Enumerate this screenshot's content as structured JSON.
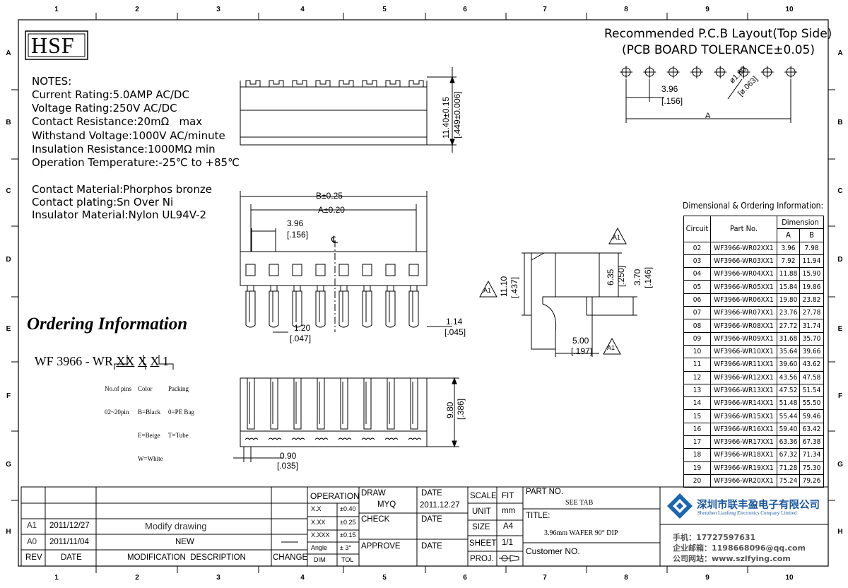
{
  "grid": {
    "columns": [
      "1",
      "2",
      "3",
      "4",
      "5",
      "6",
      "7",
      "8",
      "9",
      "10"
    ],
    "rows": [
      "A",
      "B",
      "C",
      "D",
      "E",
      "F",
      "G",
      "H"
    ]
  },
  "logo": "HSF",
  "notes": {
    "title": "NOTES:",
    "lines": [
      "Current Rating:5.0AMP AC/DC",
      "Voltage Rating:250V AC/DC",
      "Contact Resistance:20mΩ   max",
      "Withstand Voltage:1000V AC/minute",
      "Insulation Resistance:1000MΩ min",
      "Operation Temperature:-25℃ to +85℃"
    ],
    "materials": [
      "Contact Material:Phorphos bronze",
      "Contact plating:Sn Over Ni",
      "Insulator Material:Nylon UL94V-2"
    ]
  },
  "ordering": {
    "title": "Ordering Information",
    "code_prefix": "WF 3966 - WR ",
    "code_xx": "XX",
    "code_x1": "X",
    "code_x2": "X",
    "code_suffix": "1",
    "pins_label": "No.of pins",
    "pins_range": "02~20pin",
    "color_label": "Color",
    "color_opts": [
      "B=Black",
      "E=Beige",
      "W=White"
    ],
    "packing_label": "Packing",
    "packing_opts": [
      "0=PE Bag",
      "T=Tube"
    ]
  },
  "pcb": {
    "title1": "Recommended P.C.B Layout(Top Side)",
    "title2": "(PCB BOARD TOLERANCE±0.05)",
    "pitch": "3.96",
    "pitch_in": "[.156]",
    "hole": "ø1.60",
    "hole_in": "[ø.063]",
    "a_label": "A"
  },
  "dims": {
    "height": "11.40±0.15",
    "height_in": "[.449±0.006]",
    "b_tol": "B±0.25",
    "a_tol": "A±0.20",
    "pitch": "3.96",
    "pitch_in": "[.156]",
    "centerline": "℄",
    "pin_w": "1.20",
    "pin_w_in": "[.047]",
    "pin_t": "1.14",
    "pin_t_in": "[.045]",
    "depth": "9.80",
    "depth_in": "[.386]",
    "gap": "0.90",
    "gap_in": "[.035]",
    "side_h": "11.10",
    "side_h_in": "[.437]",
    "side_a": "6.35",
    "side_a_in": "[.250]",
    "side_b": "3.70",
    "side_b_in": "[.146]",
    "side_w": "5.00",
    "side_w_in": "[.197]",
    "datum": "A1"
  },
  "table": {
    "title": "Dimensional & Ordering Information:",
    "headers": {
      "circuit": "Circuit",
      "part": "Part No.",
      "dimension": "Dimension",
      "a": "A",
      "b": "B"
    },
    "rows": [
      [
        "02",
        "WF3966-WR02XX1",
        "3.96",
        "7.98"
      ],
      [
        "03",
        "WF3966-WR03XX1",
        "7.92",
        "11.94"
      ],
      [
        "04",
        "WF3966-WR04XX1",
        "11.88",
        "15.90"
      ],
      [
        "05",
        "WF3966-WR05XX1",
        "15.84",
        "19.86"
      ],
      [
        "06",
        "WF3966-WR06XX1",
        "19.80",
        "23.82"
      ],
      [
        "07",
        "WF3966-WR07XX1",
        "23.76",
        "27.78"
      ],
      [
        "08",
        "WF3966-WR08XX1",
        "27.72",
        "31.74"
      ],
      [
        "09",
        "WF3966-WR09XX1",
        "31.68",
        "35.70"
      ],
      [
        "10",
        "WF3966-WR10XX1",
        "35.64",
        "39.66"
      ],
      [
        "11",
        "WF3966-WR11XX1",
        "39.60",
        "43.62"
      ],
      [
        "12",
        "WF3966-WR12XX1",
        "43.56",
        "47.58"
      ],
      [
        "13",
        "WF3966-WR13XX1",
        "47.52",
        "51.54"
      ],
      [
        "14",
        "WF3966-WR14XX1",
        "51.48",
        "55.50"
      ],
      [
        "15",
        "WF3966-WR15XX1",
        "55.44",
        "59.46"
      ],
      [
        "16",
        "WF3966-WR16XX1",
        "59.40",
        "63.42"
      ],
      [
        "17",
        "WF3966-WR17XX1",
        "63.36",
        "67.38"
      ],
      [
        "18",
        "WF3966-WR18XX1",
        "67.32",
        "71.34"
      ],
      [
        "19",
        "WF3966-WR19XX1",
        "71.28",
        "75.30"
      ],
      [
        "20",
        "WF3966-WR20XX1",
        "75.24",
        "79.26"
      ]
    ]
  },
  "titleblock": {
    "rev1": "A1",
    "date1": "2011/12/27",
    "desc1": "Modify drawing",
    "rev0": "A0",
    "date0": "2011/11/04",
    "desc0": "NEW",
    "h_rev": "REV",
    "h_date": "DATE",
    "h_desc": "MODIFICATION  DESCRIPTION",
    "h_change": "CHANGE",
    "operation": "OPERATION",
    "tol": [
      [
        "X.X",
        "±0.40"
      ],
      [
        "X.XX",
        "±0.25"
      ],
      [
        "X.XXX",
        "±0.15"
      ],
      [
        "Angle",
        "± 3°"
      ]
    ],
    "h_dim": "DIM",
    "h_tol": "TOL",
    "draw": "DRAW",
    "draw_by": "MYQ",
    "check": "CHECK",
    "approve": "APPROVE",
    "date_label": "DATE",
    "date_val": "2011.12.27",
    "scale": "SCALE",
    "fit": "FIT",
    "unit": "UNIT",
    "mm": "mm",
    "size": "SIZE",
    "a4": "A4",
    "sheet": "SHEET",
    "sheet_val": "1/1",
    "proj": "PROJ.",
    "part_no": "PART NO.",
    "see_tab": "SEE TAB",
    "title_label": "TITLE:",
    "title_val": "3.96mm WAFER 90° DIP",
    "customer": "Customer NO.",
    "company_cn": "深圳市联丰盈电子有限公司",
    "company_en": "Shenzhen Lianfeng Electronics Company Limited",
    "phone": "手机：17727597631",
    "email": "企业邮箱：1198668096@qq.com",
    "web": "公司网站：www.szlfying.com"
  }
}
